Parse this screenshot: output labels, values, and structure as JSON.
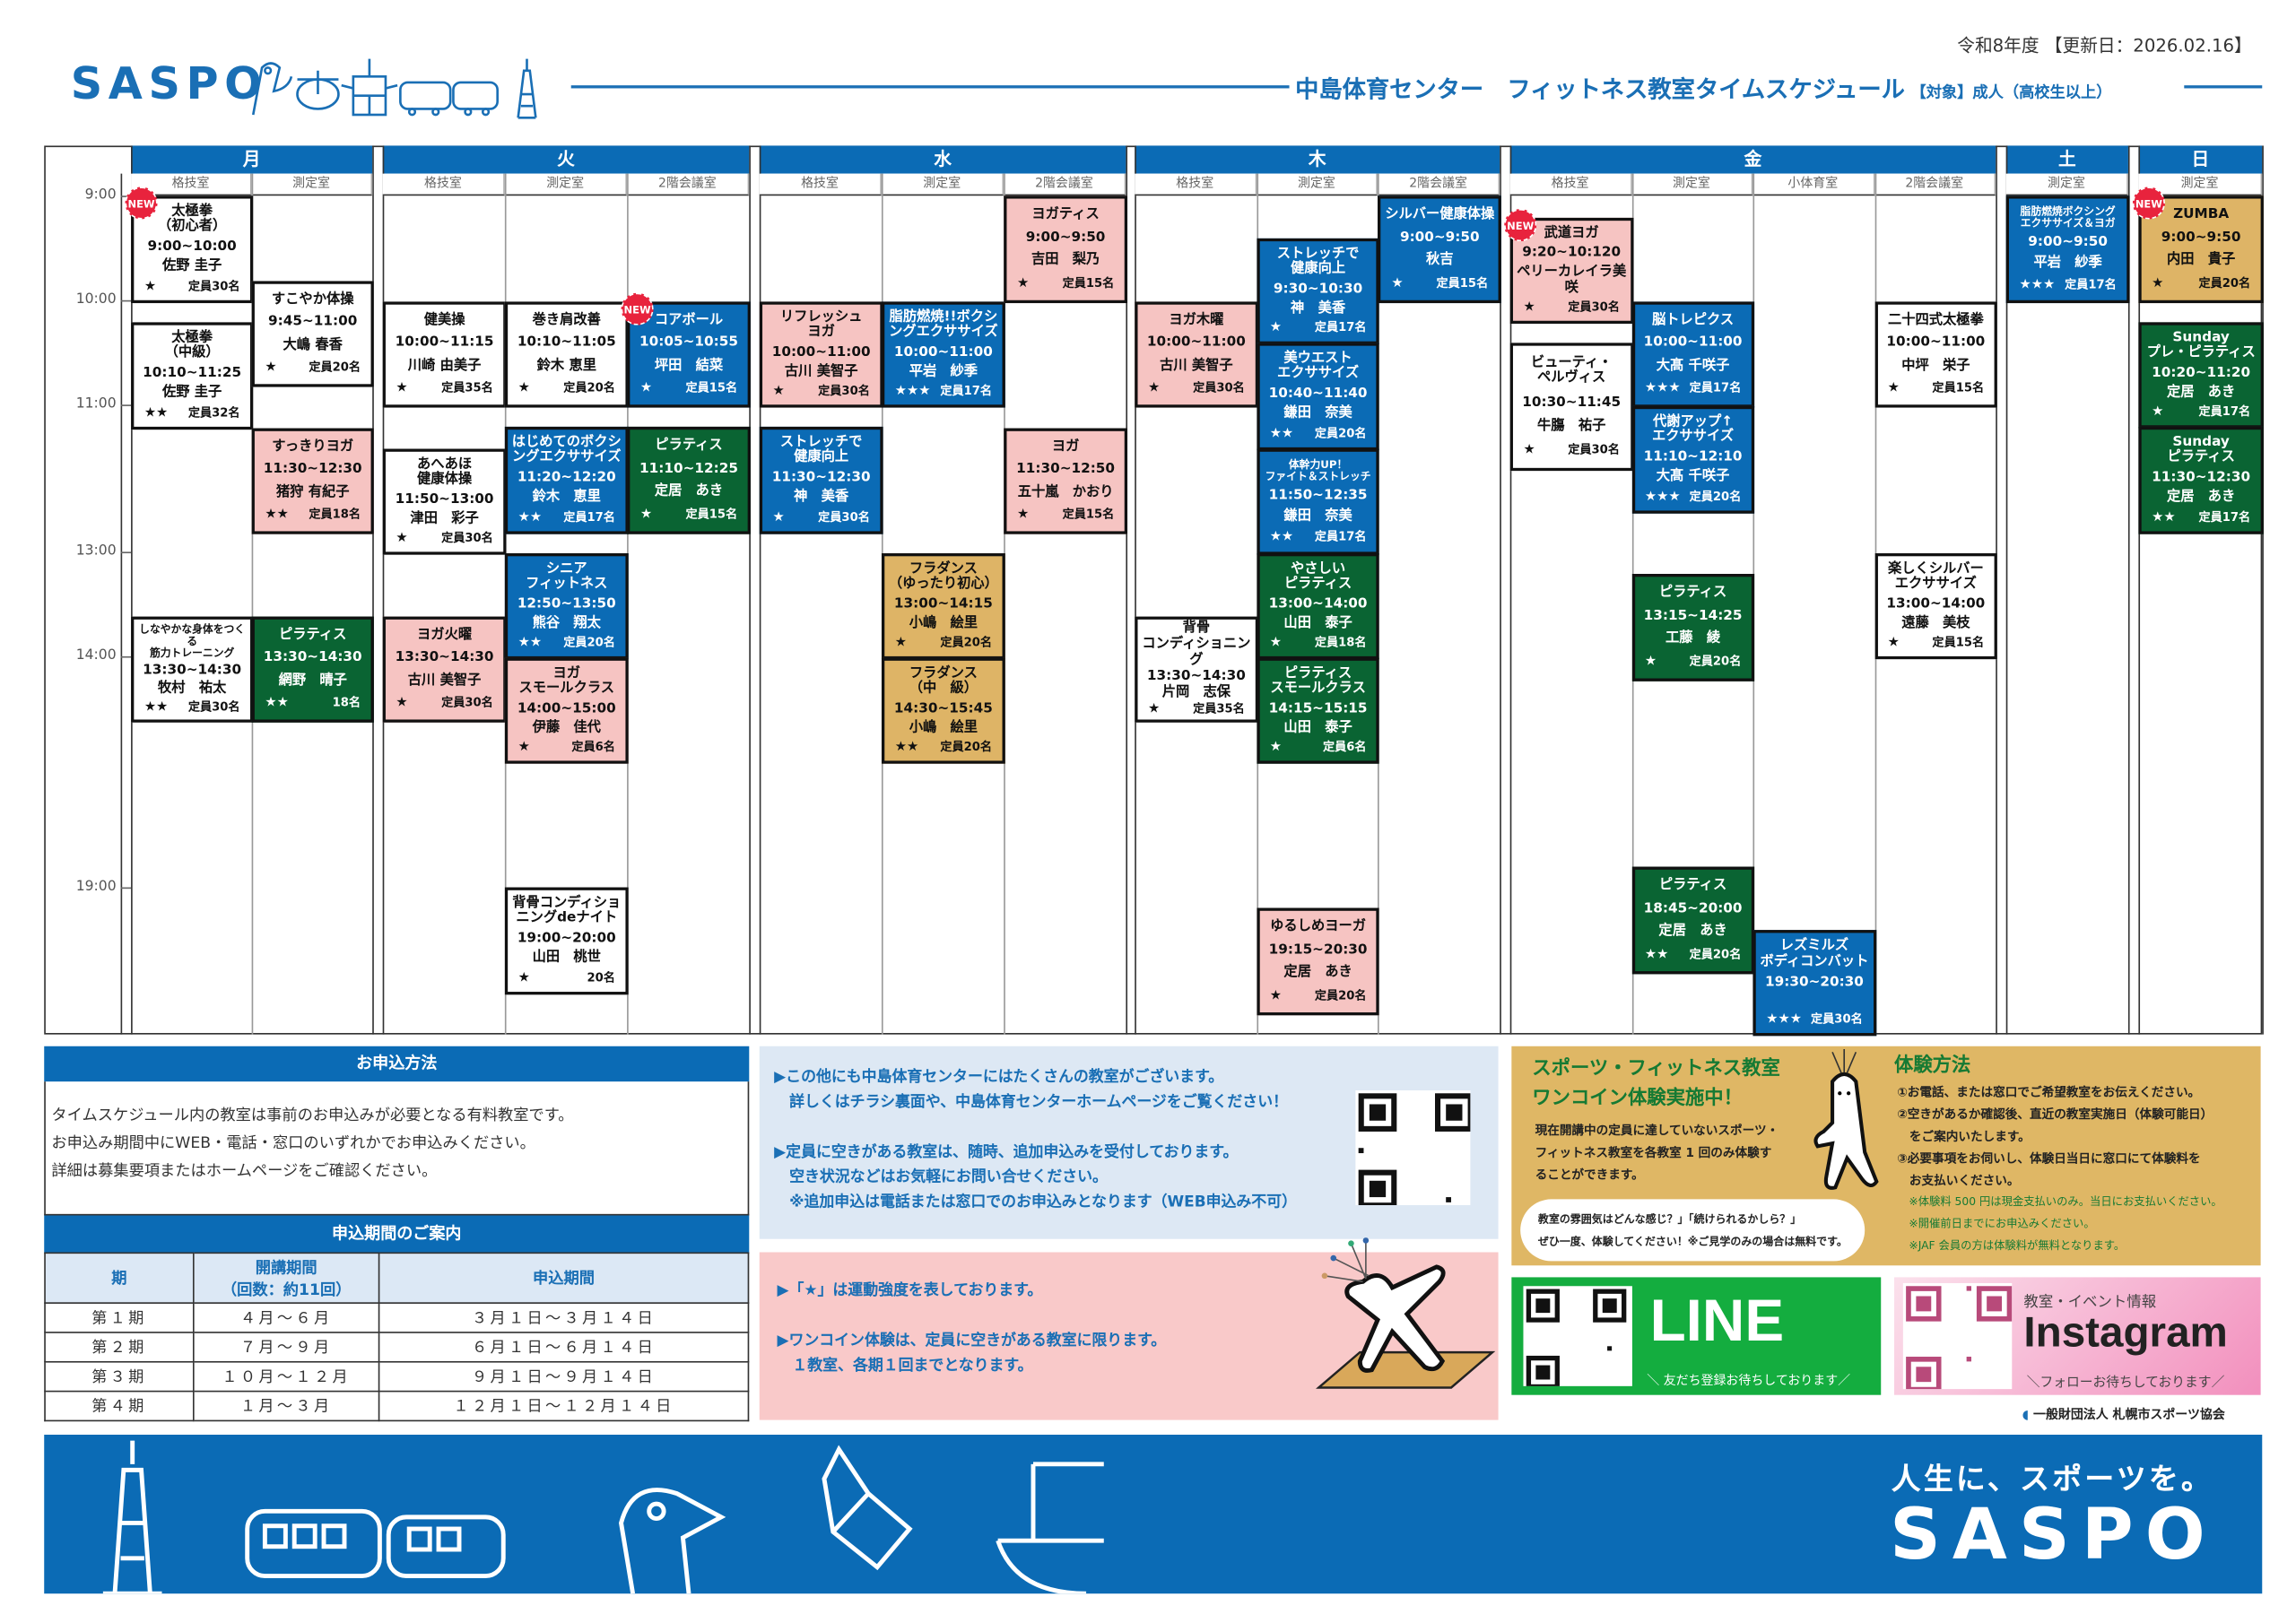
{
  "header": {
    "logo": "SASPO",
    "fiscal_year": "令和8年度",
    "updated": "【更新日：2026.02.16】",
    "title": "中島体育センター　フィットネス教室タイムスケジュール",
    "target": "【対象】成人（高校生以上）"
  },
  "time_labels": [
    "9:00",
    "10:00",
    "11:00",
    "13:00",
    "14:00",
    "19:00"
  ],
  "new_badge": "NEW",
  "days": [
    {
      "name": "月",
      "rooms": [
        "格技室",
        "測定室"
      ]
    },
    {
      "name": "火",
      "rooms": [
        "格技室",
        "測定室",
        "2階会議室"
      ]
    },
    {
      "name": "水",
      "rooms": [
        "格技室",
        "測定室",
        "2階会議室"
      ]
    },
    {
      "name": "木",
      "rooms": [
        "格技室",
        "測定室",
        "2階会議室"
      ]
    },
    {
      "name": "金",
      "rooms": [
        "格技室",
        "測定室",
        "小体育室",
        "2階会議室"
      ]
    },
    {
      "name": "土",
      "rooms": [
        "測定室"
      ]
    },
    {
      "name": "日",
      "rooms": [
        "測定室"
      ]
    }
  ],
  "colors": {
    "white": "#ffffff",
    "pink": "#f6c4c2",
    "blue": "#0b6bb5",
    "green": "#0a6433",
    "gold": "#deb466"
  },
  "classes": [
    {
      "day": 0,
      "room": 0,
      "title": [
        "太極拳",
        "（初心者）"
      ],
      "time": "9:00~10:00",
      "instructor": "佐野 圭子",
      "stars": "★",
      "capacity": "定員30名",
      "color": "white",
      "new": true
    },
    {
      "day": 0,
      "room": 0,
      "title": [
        "太極拳",
        "（中級）"
      ],
      "time": "10:10~11:25",
      "instructor": "佐野 圭子",
      "stars": "★★",
      "capacity": "定員32名",
      "color": "white"
    },
    {
      "day": 0,
      "room": 0,
      "title": [
        "しなやかな身体をつくる",
        "筋力トレーニング"
      ],
      "time": "13:30~14:30",
      "instructor": "牧村　祐太",
      "stars": "★★",
      "capacity": "定員30名",
      "color": "white"
    },
    {
      "day": 0,
      "room": 1,
      "title": [
        "すこやか体操"
      ],
      "time": "9:45~11:00",
      "instructor": "大嶋 春香",
      "stars": "★",
      "capacity": "定員20名",
      "color": "white"
    },
    {
      "day": 0,
      "room": 1,
      "title": [
        "すっきりヨガ"
      ],
      "time": "11:30~12:30",
      "instructor": "猪狩 有紀子",
      "stars": "★★",
      "capacity": "定員18名",
      "color": "pink"
    },
    {
      "day": 0,
      "room": 1,
      "title": [
        "ピラティス"
      ],
      "time": "13:30~14:30",
      "instructor": "網野　晴子",
      "stars": "★★",
      "capacity": "18名",
      "color": "green"
    },
    {
      "day": 1,
      "room": 0,
      "title": [
        "健美操"
      ],
      "time": "10:00~11:15",
      "instructor": "川崎 由美子",
      "stars": "★",
      "capacity": "定員35名",
      "color": "white"
    },
    {
      "day": 1,
      "room": 0,
      "title": [
        "あへあほ",
        "健康体操"
      ],
      "time": "11:50~13:00",
      "instructor": "津田　彩子",
      "stars": "★",
      "capacity": "定員30名",
      "color": "white"
    },
    {
      "day": 1,
      "room": 0,
      "title": [
        "ヨガ火曜"
      ],
      "time": "13:30~14:30",
      "instructor": "古川 美智子",
      "stars": "★",
      "capacity": "定員30名",
      "color": "pink"
    },
    {
      "day": 1,
      "room": 1,
      "title": [
        "巻き肩改善"
      ],
      "time": "10:10~11:05",
      "instructor": "鈴木 恵里",
      "stars": "★",
      "capacity": "定員20名",
      "color": "white"
    },
    {
      "day": 1,
      "room": 1,
      "title": [
        "はじめてのボクシ",
        "ングエクササイズ"
      ],
      "time": "11:20~12:20",
      "instructor": "鈴木　恵里",
      "stars": "★★",
      "capacity": "定員17名",
      "color": "blue"
    },
    {
      "day": 1,
      "room": 1,
      "title": [
        "シニア",
        "フィットネス"
      ],
      "time": "12:50~13:50",
      "instructor": "熊谷　翔太",
      "stars": "★★",
      "capacity": "定員20名",
      "color": "blue"
    },
    {
      "day": 1,
      "room": 1,
      "title": [
        "ヨガ",
        "スモールクラス"
      ],
      "time": "14:00~15:00",
      "instructor": "伊藤　佳代",
      "stars": "★",
      "capacity": "定員6名",
      "color": "pink"
    },
    {
      "day": 1,
      "room": 1,
      "title": [
        "背骨コンディショ",
        "ニングdeナイト"
      ],
      "time": "19:00~20:00",
      "instructor": "山田　桃世",
      "stars": "★",
      "capacity": "20名",
      "color": "white"
    },
    {
      "day": 1,
      "room": 2,
      "title": [
        "コアボール"
      ],
      "time": "10:05~10:55",
      "instructor": "坪田　結菜",
      "stars": "★",
      "capacity": "定員15名",
      "color": "blue",
      "new": true
    },
    {
      "day": 1,
      "room": 2,
      "title": [
        "ピラティス"
      ],
      "time": "11:10~12:25",
      "instructor": "定居　あき",
      "stars": "★",
      "capacity": "定員15名",
      "color": "green"
    },
    {
      "day": 2,
      "room": 0,
      "title": [
        "リフレッシュ",
        "ヨガ"
      ],
      "time": "10:00~11:00",
      "instructor": "古川 美智子",
      "stars": "★",
      "capacity": "定員30名",
      "color": "pink"
    },
    {
      "day": 2,
      "room": 0,
      "title": [
        "ストレッチで",
        "健康向上"
      ],
      "time": "11:30~12:30",
      "instructor": "神　美香",
      "stars": "★",
      "capacity": "定員30名",
      "color": "blue"
    },
    {
      "day": 2,
      "room": 1,
      "title": [
        "脂肪燃焼!!ボクシ",
        "ングエクササイズ"
      ],
      "time": "10:00~11:00",
      "instructor": "平岩　紗季",
      "stars": "★★★",
      "capacity": "定員17名",
      "color": "blue"
    },
    {
      "day": 2,
      "room": 1,
      "title": [
        "フラダンス",
        "（ゆったり初心）"
      ],
      "time": "13:00~14:15",
      "instructor": "小嶋　絵里",
      "stars": "★",
      "capacity": "定員20名",
      "color": "gold"
    },
    {
      "day": 2,
      "room": 1,
      "title": [
        "フラダンス",
        "（中　級）"
      ],
      "time": "14:30~15:45",
      "instructor": "小嶋　絵里",
      "stars": "★★",
      "capacity": "定員20名",
      "color": "gold"
    },
    {
      "day": 2,
      "room": 2,
      "title": [
        "ヨガティス"
      ],
      "time": "9:00~9:50",
      "instructor": "吉田　梨乃",
      "stars": "★",
      "capacity": "定員15名",
      "color": "pink"
    },
    {
      "day": 2,
      "room": 2,
      "title": [
        "ヨガ"
      ],
      "time": "11:30~12:50",
      "instructor": "五十嵐　かおり",
      "stars": "★",
      "capacity": "定員15名",
      "color": "pink"
    },
    {
      "day": 3,
      "room": 0,
      "title": [
        "ヨガ木曜"
      ],
      "time": "10:00~11:00",
      "instructor": "古川 美智子",
      "stars": "★",
      "capacity": "定員30名",
      "color": "pink"
    },
    {
      "day": 3,
      "room": 0,
      "title": [
        "背骨",
        "コンディショニング"
      ],
      "time": "13:30~14:30",
      "instructor": "片岡　志保",
      "stars": "★",
      "capacity": "定員35名",
      "color": "white"
    },
    {
      "day": 3,
      "room": 1,
      "title": [
        "ストレッチで",
        "健康向上"
      ],
      "time": "9:30~10:30",
      "instructor": "神　美香",
      "stars": "★",
      "capacity": "定員17名",
      "color": "blue"
    },
    {
      "day": 3,
      "room": 1,
      "title": [
        "美ウエスト",
        "エクササイズ"
      ],
      "time": "10:40~11:40",
      "instructor": "鎌田　奈美",
      "stars": "★★",
      "capacity": "定員20名",
      "color": "blue"
    },
    {
      "day": 3,
      "room": 1,
      "title": [
        "体幹力UP！",
        "ファイト＆ストレッチ"
      ],
      "time": "11:50~12:35",
      "instructor": "鎌田　奈美",
      "stars": "★★",
      "capacity": "定員17名",
      "color": "blue"
    },
    {
      "day": 3,
      "room": 1,
      "title": [
        "やさしい",
        "ピラティス"
      ],
      "time": "13:00~14:00",
      "instructor": "山田　泰子",
      "stars": "★",
      "capacity": "定員18名",
      "color": "green"
    },
    {
      "day": 3,
      "room": 1,
      "title": [
        "ピラティス",
        "スモールクラス"
      ],
      "time": "14:15~15:15",
      "instructor": "山田　泰子",
      "stars": "★",
      "capacity": "定員6名",
      "color": "green"
    },
    {
      "day": 3,
      "room": 1,
      "title": [
        "ゆるしめヨーガ"
      ],
      "time": "19:15~20:30",
      "instructor": "定居　あき",
      "stars": "★",
      "capacity": "定員20名",
      "color": "pink"
    },
    {
      "day": 3,
      "room": 2,
      "title": [
        "シルバー健康体操"
      ],
      "time": "9:00~9:50",
      "instructor": "秋吉",
      "stars": "★",
      "capacity": "定員15名",
      "color": "blue"
    },
    {
      "day": 4,
      "room": 0,
      "title": [
        "武道ヨガ"
      ],
      "time": "9:20~10:120",
      "instructor": "ペリーカレイラ美咲",
      "stars": "★",
      "capacity": "定員30名",
      "color": "pink",
      "new": true
    },
    {
      "day": 4,
      "room": 0,
      "title": [
        "ビューティ・",
        "ペルヴィス"
      ],
      "time": "10:30~11:45",
      "instructor": "牛膓　祐子",
      "stars": "★",
      "capacity": "定員30名",
      "color": "white"
    },
    {
      "day": 4,
      "room": 1,
      "title": [
        "脳トレピクス"
      ],
      "time": "10:00~11:00",
      "instructor": "大髙 千咲子",
      "stars": "★★★",
      "capacity": "定員17名",
      "color": "blue"
    },
    {
      "day": 4,
      "room": 1,
      "title": [
        "代謝アップ↑",
        "エクササイズ"
      ],
      "time": "11:10~12:10",
      "instructor": "大髙 千咲子",
      "stars": "★★★",
      "capacity": "定員20名",
      "color": "blue"
    },
    {
      "day": 4,
      "room": 1,
      "title": [
        "ピラティス"
      ],
      "time": "13:15~14:25",
      "instructor": "工藤　綾",
      "stars": "★",
      "capacity": "定員20名",
      "color": "green"
    },
    {
      "day": 4,
      "room": 1,
      "title": [
        "ピラティス"
      ],
      "time": "18:45~20:00",
      "instructor": "定居　あき",
      "stars": "★★",
      "capacity": "定員20名",
      "color": "green"
    },
    {
      "day": 4,
      "room": 2,
      "title": [
        "レズミルズ",
        "ボディコンバット"
      ],
      "time": "19:30~20:30",
      "stars": "★★★",
      "capacity": "定員30名",
      "color": "blue"
    },
    {
      "day": 4,
      "room": 3,
      "title": [
        "二十四式太極拳"
      ],
      "time": "10:00~11:00",
      "instructor": "中坪　栄子",
      "stars": "★",
      "capacity": "定員15名",
      "color": "white"
    },
    {
      "day": 4,
      "room": 3,
      "title": [
        "楽しくシルバー",
        "エクササイズ"
      ],
      "time": "13:00~14:00",
      "instructor": "遠藤　美枝",
      "stars": "★",
      "capacity": "定員15名",
      "color": "white"
    },
    {
      "day": 5,
      "room": 0,
      "title": [
        "脂肪燃焼ボクシング",
        "エクササイズ＆ヨガ"
      ],
      "time": "9:00~9:50",
      "instructor": "平岩　紗季",
      "stars": "★★★",
      "capacity": "定員17名",
      "color": "blue"
    },
    {
      "day": 6,
      "room": 0,
      "title": [
        "ZUMBA"
      ],
      "time": "9:00~9:50",
      "instructor": "内田　貴子",
      "stars": "★",
      "capacity": "定員20名",
      "color": "gold",
      "new": true
    },
    {
      "day": 6,
      "room": 0,
      "title": [
        "Sunday",
        "プレ・ピラティス"
      ],
      "time": "10:20~11:20",
      "instructor": "定居　あき",
      "stars": "★",
      "capacity": "定員17名",
      "color": "green"
    },
    {
      "day": 6,
      "room": 0,
      "title": [
        "Sunday",
        "ピラティス"
      ],
      "time": "11:30~12:30",
      "instructor": "定居　あき",
      "stars": "★★",
      "capacity": "定員17名",
      "color": "green"
    }
  ],
  "application": {
    "heading": "お申込方法",
    "lines": [
      "タイムスケジュール内の教室は事前のお申込みが必要となる有料教室です。",
      "お申込み期間中にWEB・電話・窓口のいずれかでお申込みください。",
      "詳細は募集要項またはホームページをご確認ください。"
    ],
    "period_heading": "申込期間のご案内",
    "columns": [
      "期",
      "開講期間",
      "（回数：約11回）",
      "申込期間"
    ],
    "rows": [
      [
        "第１期",
        "４月～６月",
        "３月１日～３月１４日"
      ],
      [
        "第２期",
        "７月～９月",
        "６月１日～６月１４日"
      ],
      [
        "第３期",
        "１０月～１２月",
        "９月１日～９月１４日"
      ],
      [
        "第４期",
        "１月～３月",
        "１２月１日～１２月１４日"
      ]
    ]
  },
  "info": {
    "lines": [
      "▶この他にも中島体育センターにはたくさんの教室がございます。",
      "　詳しくはチラシ裏面や、中島体育センターホームページをご覧ください！",
      "",
      "▶定員に空きがある教室は、随時、追加申込みを受付しております。",
      "　空き状況などはお気軽にお問い合せください。",
      "　※追加申込は電話または窓口でのお申込みとなります（WEB申込み不可）"
    ]
  },
  "notes": {
    "lines": [
      "▶「★」は運動強度を表しております。",
      "",
      "▶ワンコイン体験は、定員に空きがある教室に限ります。",
      "　１教室、各期１回までとなります。"
    ]
  },
  "trial": {
    "title": [
      "スポーツ・フィットネス教室",
      "ワンコイン体験実施中！"
    ],
    "body": [
      "現在開講中の定員に達していないスポーツ・",
      "フィットネス教室を各教室 1 回のみ体験す",
      "ることができます。"
    ],
    "bubble": [
      "教室の雰囲気はどんな感じ？」「続けられるかしら？」",
      "ぜひ一度、体験してください！※ご見学のみの場合は無料です。"
    ],
    "method_title": "体験方法",
    "steps": [
      "①お電話、または窓口でご希望教室をお伝えください。",
      "②空きがあるか確認後、直近の教室実施日（体験可能日）",
      "　をご案内いたします。",
      "③必要事項をお伺いし、体験日当日に窓口にて体験料を",
      "　お支払いください。"
    ],
    "notes": [
      "※体験料 500 円は現金支払いのみ。当日にお支払いください。",
      "※開催前日までにお申込みください。",
      "※JAF 会員の方は体験料が無料となります。"
    ]
  },
  "line": {
    "label": "LINE",
    "caption": "＼ 友だち登録お待ちしております／",
    "color": "#14ad3f"
  },
  "instagram": {
    "kicker": "教室・イベント情報",
    "label": "Instagram",
    "caption": "＼フォローお待ちしております／"
  },
  "association": "一般財団法人 札幌市スポーツ協会",
  "footer": {
    "slogan": "人生に、スポーツを。",
    "logo": "SASPO"
  }
}
